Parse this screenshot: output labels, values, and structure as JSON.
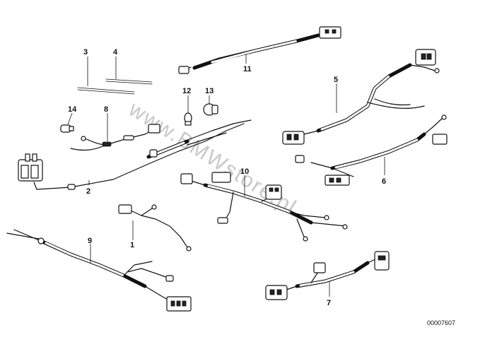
{
  "watermark": "www.BMWstore.pl",
  "catalog_number": "00007607",
  "part_labels": {
    "p1": "1",
    "p2": "2",
    "p3": "3",
    "p4": "4",
    "p5": "5",
    "p6": "6",
    "p7": "7",
    "p8": "8",
    "p9": "9",
    "p10": "10",
    "p11": "11",
    "p12": "12",
    "p13": "13",
    "p14": "14"
  }
}
